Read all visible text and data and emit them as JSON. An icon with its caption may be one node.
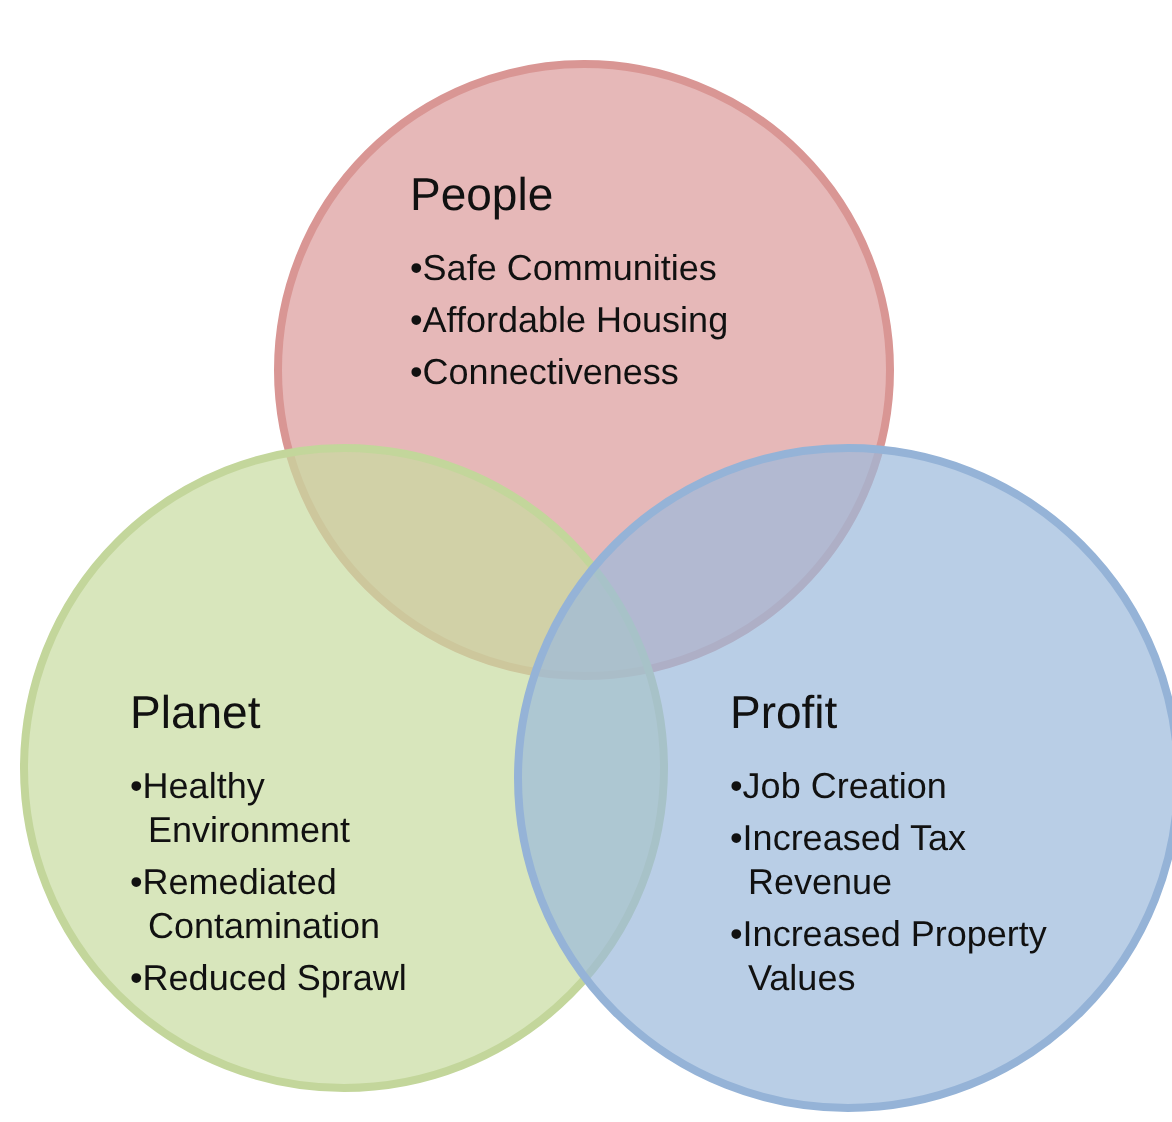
{
  "diagram": {
    "nodes": [
      {
        "text": [
          "People",
          "•Safe Communities",
          "•Affordable Housing",
          "•Connectiveness"
        ]
      },
      {
        "text": [
          "Planet",
          "•Healthy Environment",
          "•Remediated Contamination",
          "•Reduced Sprawl"
        ]
      },
      {
        "text": [
          "Profit",
          "•Job Creation",
          "•Increased Tax Revenue",
          "•Increased Property Values"
        ]
      }
    ],
    "edges": []
  }
}
